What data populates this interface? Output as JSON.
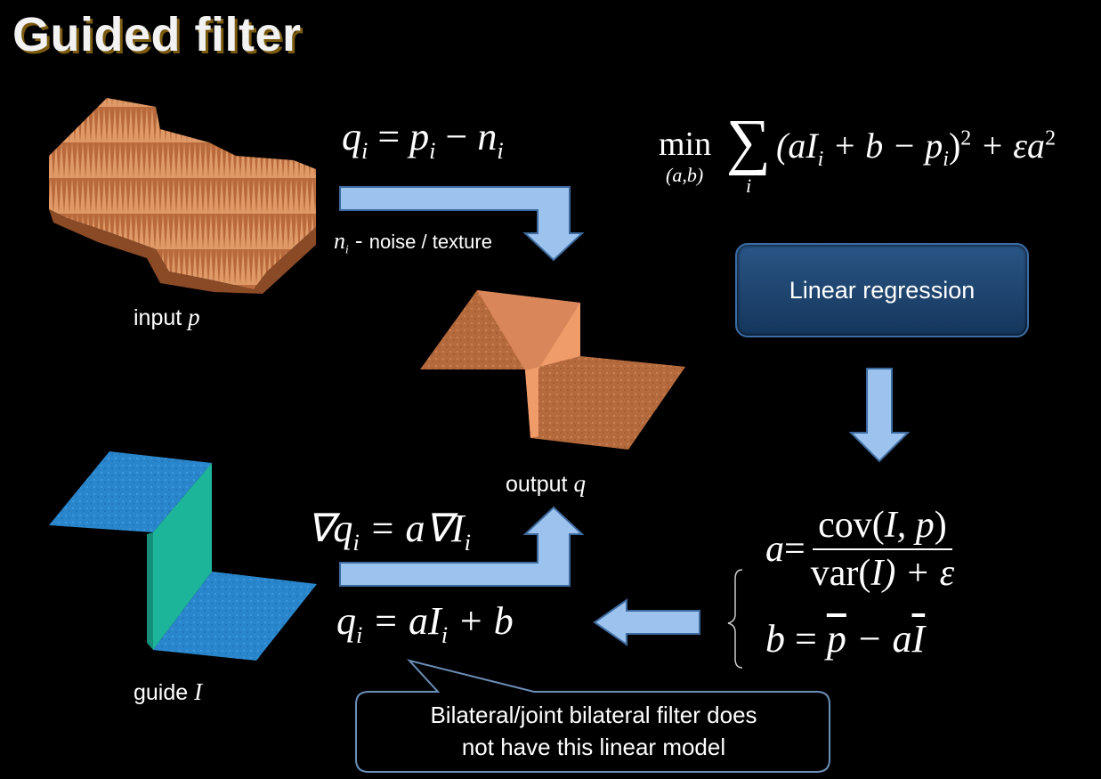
{
  "slide": {
    "title": "Guided filter"
  },
  "captions": {
    "input_word": "input",
    "input_var": "p",
    "output_word": "output",
    "output_var": "q",
    "guide_word": "guide",
    "guide_var": "I"
  },
  "formulas": {
    "noise_q": "q",
    "noise_i": "i",
    "noise_eq": " = ",
    "noise_p": "p",
    "noise_minus": " − ",
    "noise_n": "n",
    "noise_label_n": "n",
    "noise_label_sub": "i",
    "noise_label_dash": " - ",
    "noise_label_text": "noise / texture",
    "min_word": "min",
    "min_sub": "(a,b)",
    "sum_symbol": "∑",
    "sum_sub": "i",
    "objective": "(aI",
    "objective_i": "i",
    "objective_rest": " + b − p",
    "objective_pi": "i",
    "objective_close": ")",
    "objective_sq": "2",
    "objective_reg": " + εa",
    "objective_reg_sq": "2",
    "grad_left": "∇q",
    "grad_sub": "i",
    "grad_eq": " = a∇I",
    "grad_sub2": "i",
    "lin_q": "q",
    "lin_sub": "i",
    "lin_eq": " = aI",
    "lin_sub2": "i",
    "lin_rest": " + b",
    "a_left": "a",
    "a_eq": " = ",
    "a_num_fn": "cov(",
    "a_num_args": "I, p",
    "a_num_close": ")",
    "a_den_fn": "var(",
    "a_den_arg": "I",
    "a_den_rest": ") + ε",
    "b_left": "b",
    "b_eq": " = ",
    "b_pbar": "p",
    "b_minus": " − a",
    "b_ibar": "I"
  },
  "regression_box": {
    "label": "Linear regression"
  },
  "callout": {
    "line1": "Bilateral/joint bilateral filter does",
    "line2": "not have this linear model"
  },
  "colors": {
    "arrow_fill": "#9cc2ee",
    "arrow_stroke": "#3d6b9e",
    "surface_orange": "#c97848",
    "surface_blue": "#2a86cc",
    "surface_teal": "#1db59a",
    "box_fill": "#1d4470"
  }
}
